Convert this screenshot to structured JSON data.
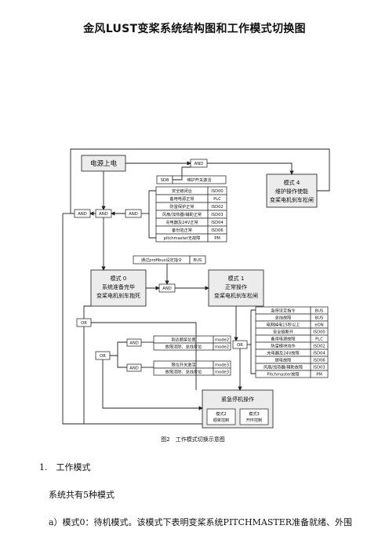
{
  "title": "金风LUST变桨系统结构图和工作模式切换图",
  "diagram": {
    "power_on": "电源上电",
    "and": "AND",
    "or": "OR",
    "maintenance_switch": {
      "code": "SD8",
      "label": "维护开关激活"
    },
    "conditions_top": [
      {
        "label": "安全链闭合",
        "code": "ISD00"
      },
      {
        "label": "备用电源正常",
        "code": "PLC"
      },
      {
        "label": "防雷保护正常",
        "code": "ISD02"
      },
      {
        "label": "风扇/加热器/辅助正常",
        "code": "ISD03"
      },
      {
        "label": "充电器及24V正常",
        "code": "ISD04"
      },
      {
        "label": "备份验正常",
        "code": "ISD06"
      },
      {
        "label": "pitchmaster无故障",
        "code": "PM"
      }
    ],
    "mode4": {
      "line1": "模式 4",
      "line2": "维护操作使能",
      "line3": "变桨电机刹车松闸"
    },
    "profibus": {
      "label": "通过profibus设定指令",
      "code": "BUS"
    },
    "mode0": {
      "line1": "模式 0",
      "line2": "系统准备完毕",
      "line3": "变桨电机刹车抱死"
    },
    "mode1": {
      "line1": "模式 1",
      "line2": "正常操作",
      "line3": "变桨电机刹车松闸"
    },
    "conditions_right": [
      {
        "label": "急停设定指令",
        "code": "BUS"
      },
      {
        "label": "总线故障",
        "code": "BUS"
      },
      {
        "label": "电网掉电15秒以上",
        "code": "eON"
      },
      {
        "label": "安全链断开",
        "code": "ISD00"
      },
      {
        "label": "备用电源故障",
        "code": "PLC"
      },
      {
        "label": "防雷模块动作",
        "code": "ISD02"
      },
      {
        "label": "充电器及24V故障",
        "code": "ISD04"
      },
      {
        "label": "继电故障",
        "code": "ISD06"
      },
      {
        "label": "风扇/加热器/辅助故障",
        "code": "ISD03"
      },
      {
        "label": "Pitchmaster故障",
        "code": "PM"
      }
    ],
    "conditions_mid": [
      {
        "label": "到达顺桨位置",
        "code": "mode2"
      },
      {
        "label": "故障清除、总线复位",
        "code": "mode2"
      },
      {
        "label": "限位开关激活",
        "code": "mode3"
      },
      {
        "label": "故障清除、总线复位",
        "code": "mode3"
      }
    ],
    "emergency": {
      "title": "紧急停机操作",
      "mode2": "模式2\n顺桨控制",
      "mode3": "模式3\n开环控制"
    },
    "mode2_lines": [
      "模式2",
      "顺桨控制"
    ],
    "mode3_lines": [
      "模式3",
      "开环控制"
    ],
    "caption": "图2　工作模式切换示意图"
  },
  "section": {
    "heading": "1.　工作模式",
    "line1": "系统共有5种模式",
    "line2": "a）模式0：待机模式。该模式下表明变桨系统PITCHMASTER准备就绪、外围"
  }
}
